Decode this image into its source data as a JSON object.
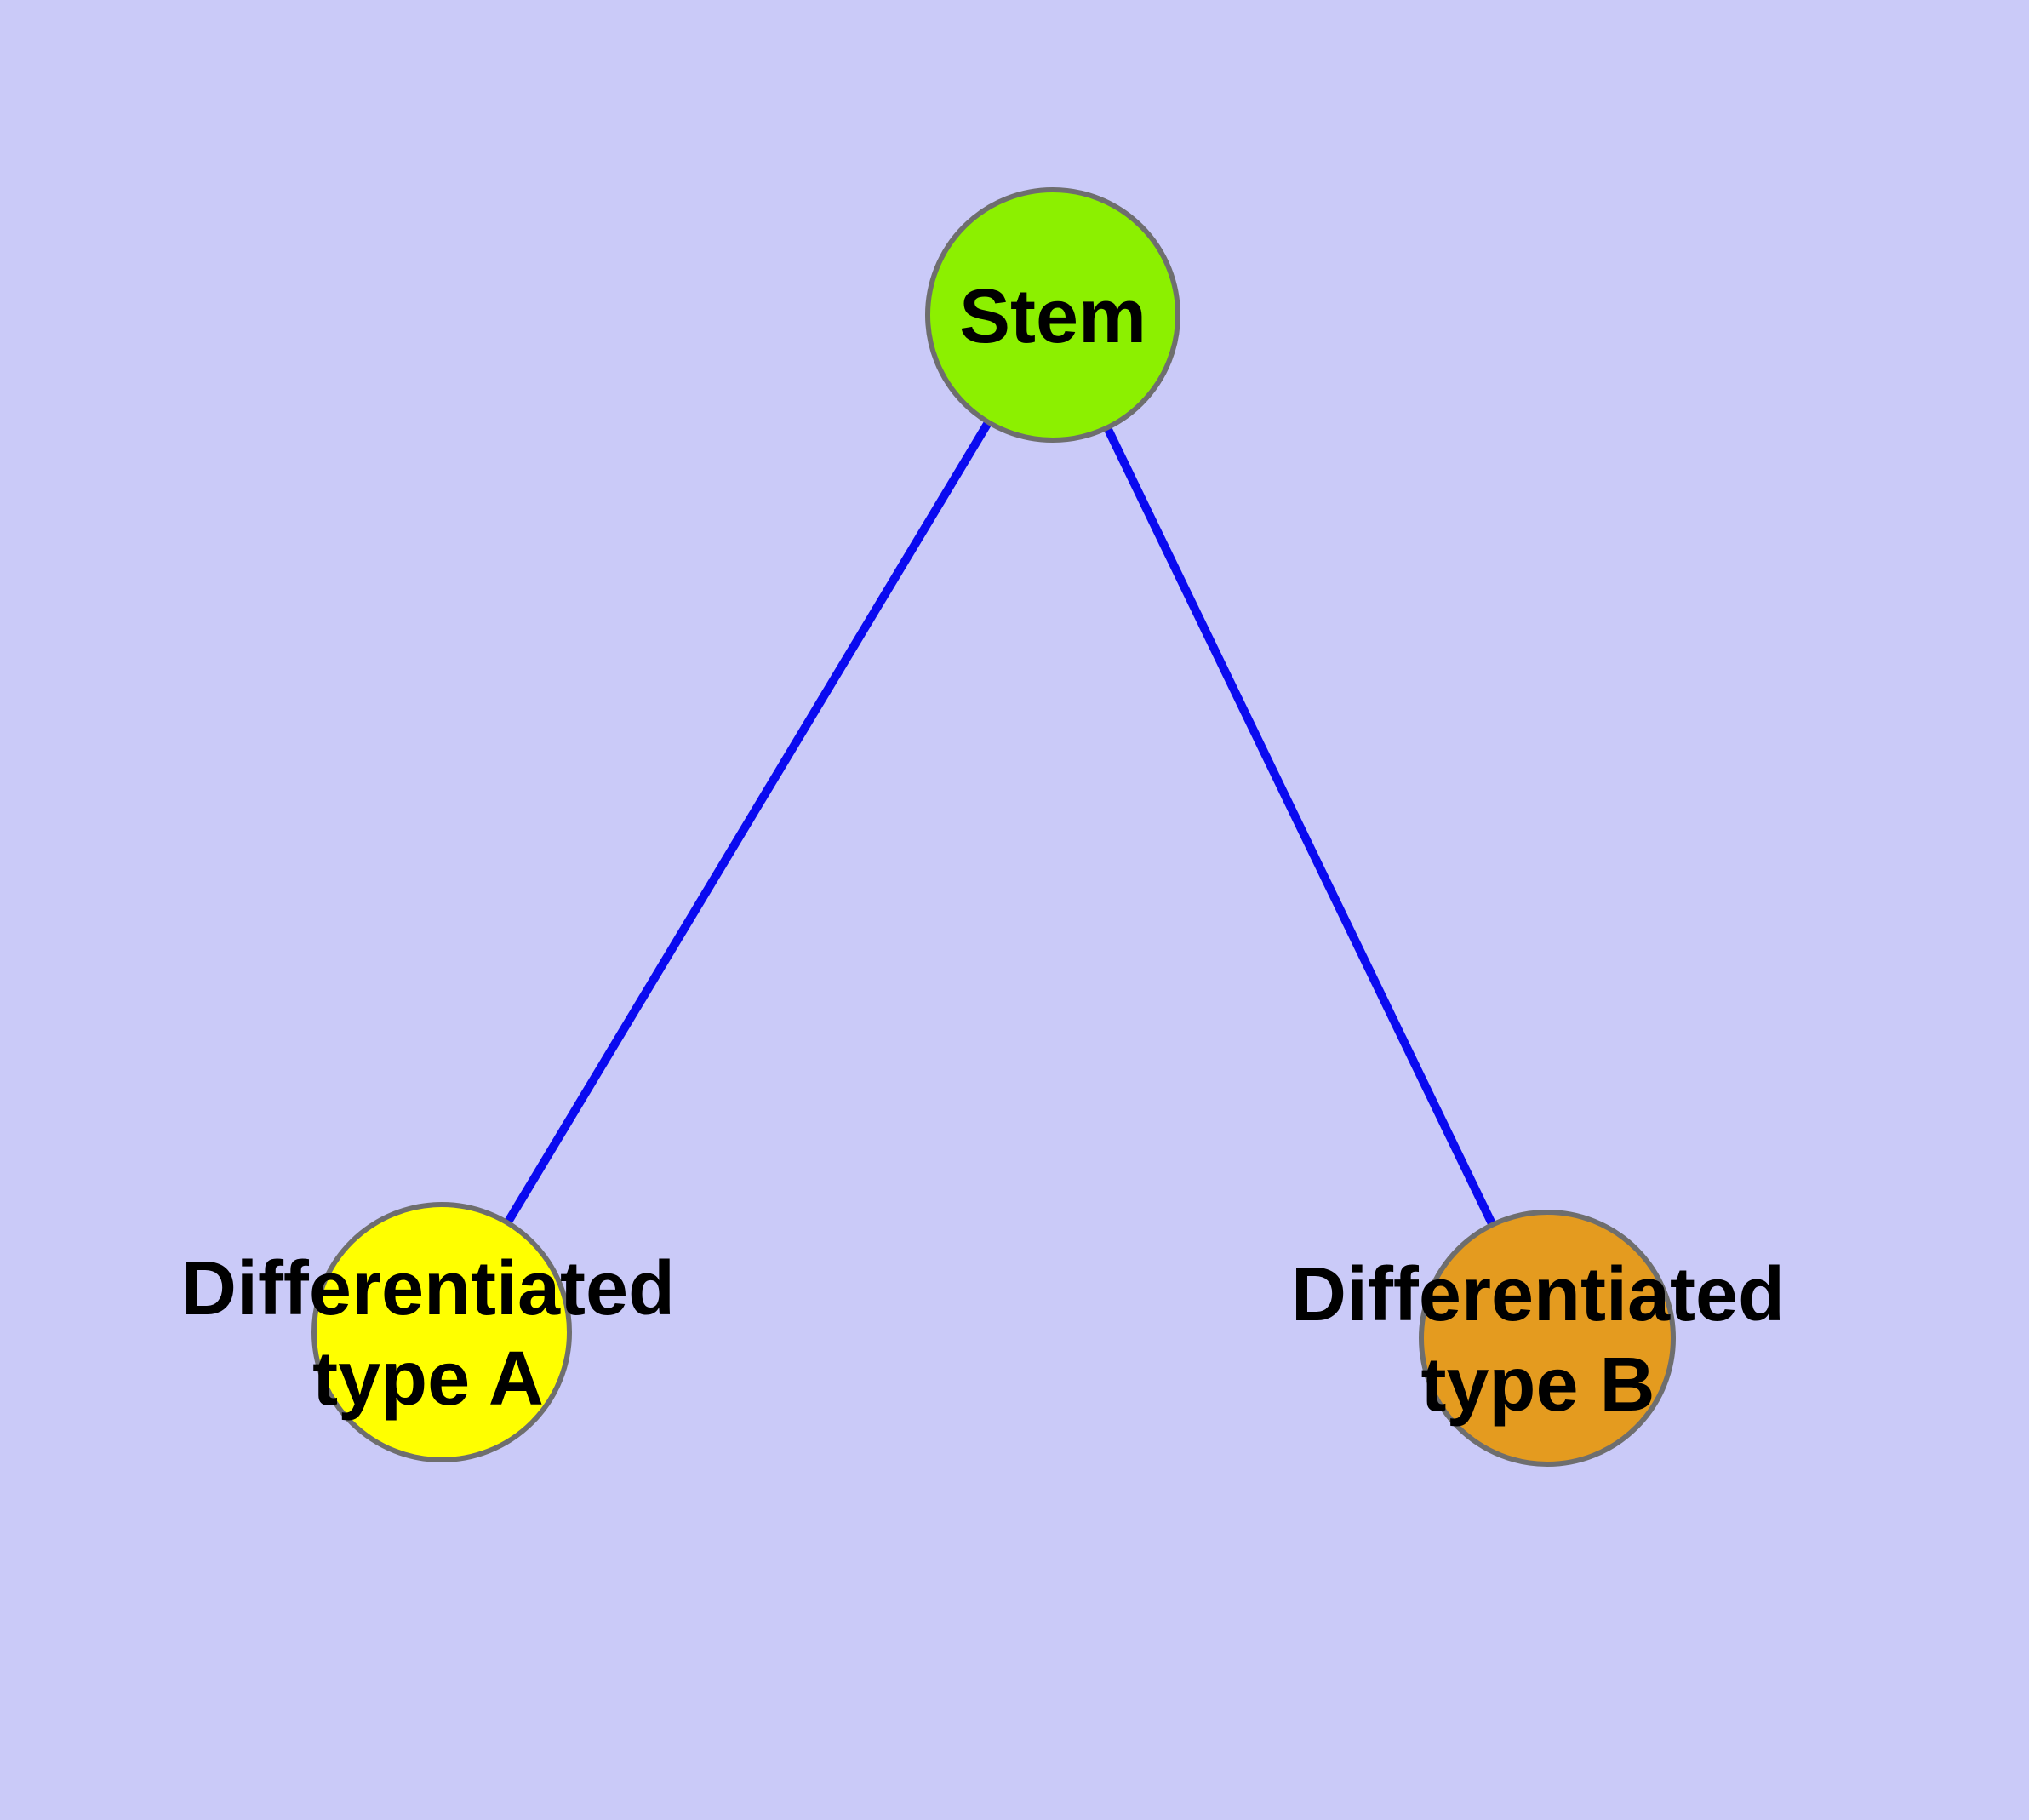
{
  "diagram": {
    "background_color": "#cacaf8",
    "edge_color": "#0a0af0",
    "node_border_color": "#6e6e6e",
    "label_color": "#000000",
    "nodes": [
      {
        "id": "stem",
        "label": "Stem",
        "fill": "#8cf000"
      },
      {
        "id": "type-a",
        "label": "Differentiated\ntype A",
        "fill": "#ffff00"
      },
      {
        "id": "type-b",
        "label": "Differentiated\ntype B",
        "fill": "#e49b1f"
      }
    ],
    "edges": [
      {
        "from": "stem",
        "to": "type-a"
      },
      {
        "from": "stem",
        "to": "type-b"
      }
    ]
  }
}
